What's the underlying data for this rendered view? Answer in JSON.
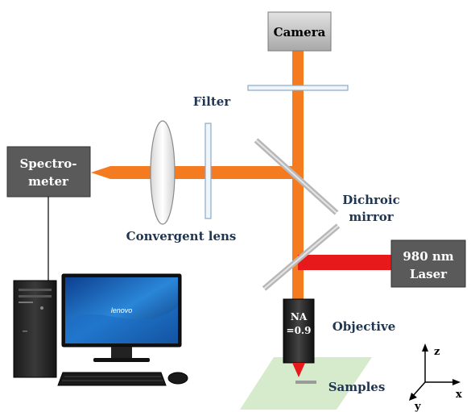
{
  "labels": {
    "camera": "Camera",
    "filter": "Filter",
    "spectrometer_line1": "Spectro-",
    "spectrometer_line2": "meter",
    "convergent_lens": "Convergent lens",
    "dichroic_line1": "Dichroic",
    "dichroic_line2": "mirror",
    "laser_line1": "980 nm",
    "laser_line2": "Laser",
    "na_line1": "NA",
    "na_line2": "=0.9",
    "objective": "Objective",
    "samples": "Samples",
    "monitor_brand": "lenovo",
    "axis_z": "z",
    "axis_x": "x",
    "axis_y": "y"
  },
  "colors": {
    "emission_beam": "#f47b20",
    "laser_beam": "#e8191a",
    "box_gray": "#5a5a5a",
    "camera_gray": "#c0c0c0",
    "sample_plane": "#cfe8c3",
    "label_text": "#1f3550"
  }
}
